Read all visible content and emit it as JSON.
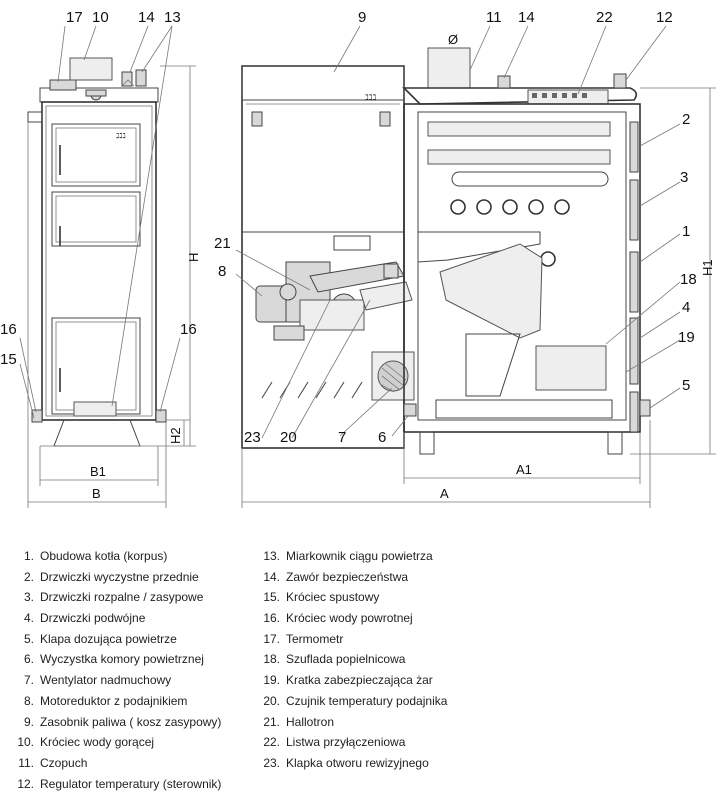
{
  "callouts": {
    "c17": "17",
    "c10": "10",
    "c14a": "14",
    "c13": "13",
    "c9": "9",
    "c11": "11",
    "c14b": "14",
    "c22": "22",
    "c12": "12",
    "c2": "2",
    "c3": "3",
    "c1": "1",
    "c18": "18",
    "c4": "4",
    "c19": "19",
    "c5": "5",
    "c21": "21",
    "c8": "8",
    "c23": "23",
    "c20": "20",
    "c7": "7",
    "c6": "6",
    "c16a": "16",
    "c15": "15",
    "c16b": "16"
  },
  "dimensions": {
    "H": "H",
    "H1": "H1",
    "H2": "H2",
    "B1": "B1",
    "B": "B",
    "A1": "A1",
    "A": "A",
    "diameter": "Ø"
  },
  "legend_left": [
    {
      "num": "1.",
      "text": "Obudowa kotła (korpus)"
    },
    {
      "num": "2.",
      "text": "Drzwiczki wyczystne przednie"
    },
    {
      "num": "3.",
      "text": "Drzwiczki rozpalne / zasypowe"
    },
    {
      "num": "4.",
      "text": "Drzwiczki podwójne"
    },
    {
      "num": "5.",
      "text": "Klapa dozująca powietrze"
    },
    {
      "num": "6.",
      "text": "Wyczystka komory powietrznej"
    },
    {
      "num": "7.",
      "text": "Wentylator nadmuchowy"
    },
    {
      "num": "8.",
      "text": "Motoreduktor z podajnikiem"
    },
    {
      "num": "9.",
      "text": "Zasobnik paliwa ( kosz zasypowy)"
    },
    {
      "num": "10.",
      "text": "Króciec wody gorącej"
    },
    {
      "num": "11.",
      "text": "Czopuch"
    },
    {
      "num": "12.",
      "text": "Regulator temperatury (sterownik)"
    }
  ],
  "legend_right": [
    {
      "num": "13.",
      "text": "Miarkownik ciągu powietrza"
    },
    {
      "num": "14.",
      "text": "Zawór bezpieczeństwa"
    },
    {
      "num": "15.",
      "text": "Króciec spustowy"
    },
    {
      "num": "16.",
      "text": "Króciec wody powrotnej"
    },
    {
      "num": "17.",
      "text": "Termometr"
    },
    {
      "num": "18.",
      "text": "Szuflada popielnicowa"
    },
    {
      "num": "19.",
      "text": "Kratka zabezpieczająca żar"
    },
    {
      "num": "20.",
      "text": "Czujnik temperatury podajnika"
    },
    {
      "num": "21.",
      "text": "Hallotron"
    },
    {
      "num": "22.",
      "text": "Listwa przyłączeniowa"
    },
    {
      "num": "23.",
      "text": "Klapka otworu rewizyjnego"
    }
  ]
}
